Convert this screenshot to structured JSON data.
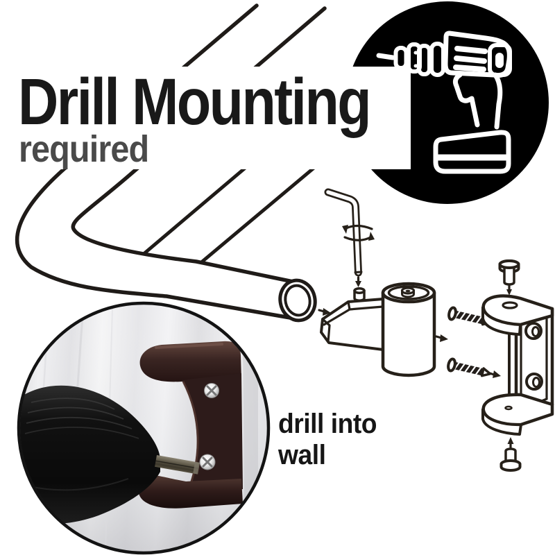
{
  "title": {
    "heading": "Drill Mounting",
    "subheading": "required"
  },
  "caption": {
    "line1": "drill into",
    "line2": "wall"
  },
  "badge": {
    "icon": "power-drill-icon",
    "background": "#000000",
    "foreground": "#ffffff"
  },
  "diagram": {
    "line_color": "#231f1d",
    "parts": [
      "towel-bar",
      "hex-key",
      "set-screw",
      "wall-post",
      "mounting-screws",
      "wall-bracket",
      "machine-bolts"
    ]
  },
  "photo": {
    "subject": "drill-driving-screw-into-wall-bracket",
    "bracket_color": "#2d1b1a",
    "wall_color": "#ececee",
    "screw_color": "#d9d9d9"
  }
}
